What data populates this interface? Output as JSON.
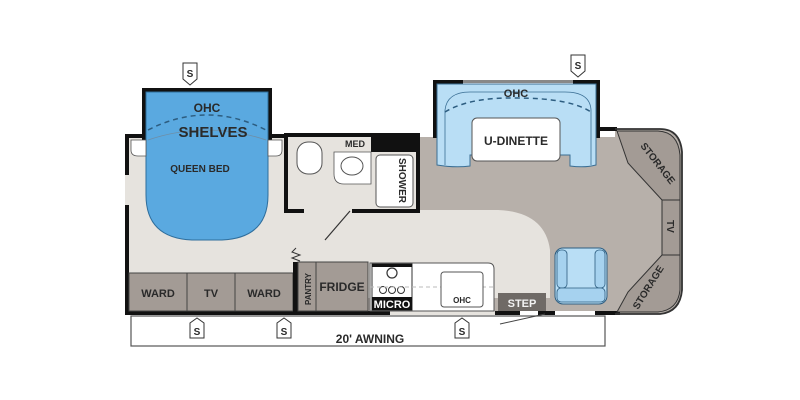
{
  "colors": {
    "floor_dark": "#b7b0aa",
    "floor_light": "#e6e3de",
    "blue_bed": "#5aa9e0",
    "blue_light": "#b9def5",
    "cabinet": "#a39b95",
    "wall": "#111111",
    "white": "#ffffff"
  },
  "bedroom": {
    "ohc": "OHC",
    "shelves": "SHELVES",
    "bed": "QUEEN BED"
  },
  "bathroom": {
    "med": "MED",
    "shower": "SHOWER"
  },
  "dinette": {
    "ohc": "OHC",
    "label": "U-DINETTE"
  },
  "front_cab": {
    "storage_top": "STORAGE",
    "tv": "TV",
    "storage_bottom": "STORAGE"
  },
  "curbside": {
    "ward_left": "WARD",
    "tv": "TV",
    "ward_right": "WARD",
    "pantry": "PANTRY",
    "fridge": "FRIDGE",
    "micro": "MICRO",
    "ohc": "OHC",
    "step": "STEP"
  },
  "awning": {
    "label": "20' AWNING"
  },
  "slideout_marker": "S"
}
